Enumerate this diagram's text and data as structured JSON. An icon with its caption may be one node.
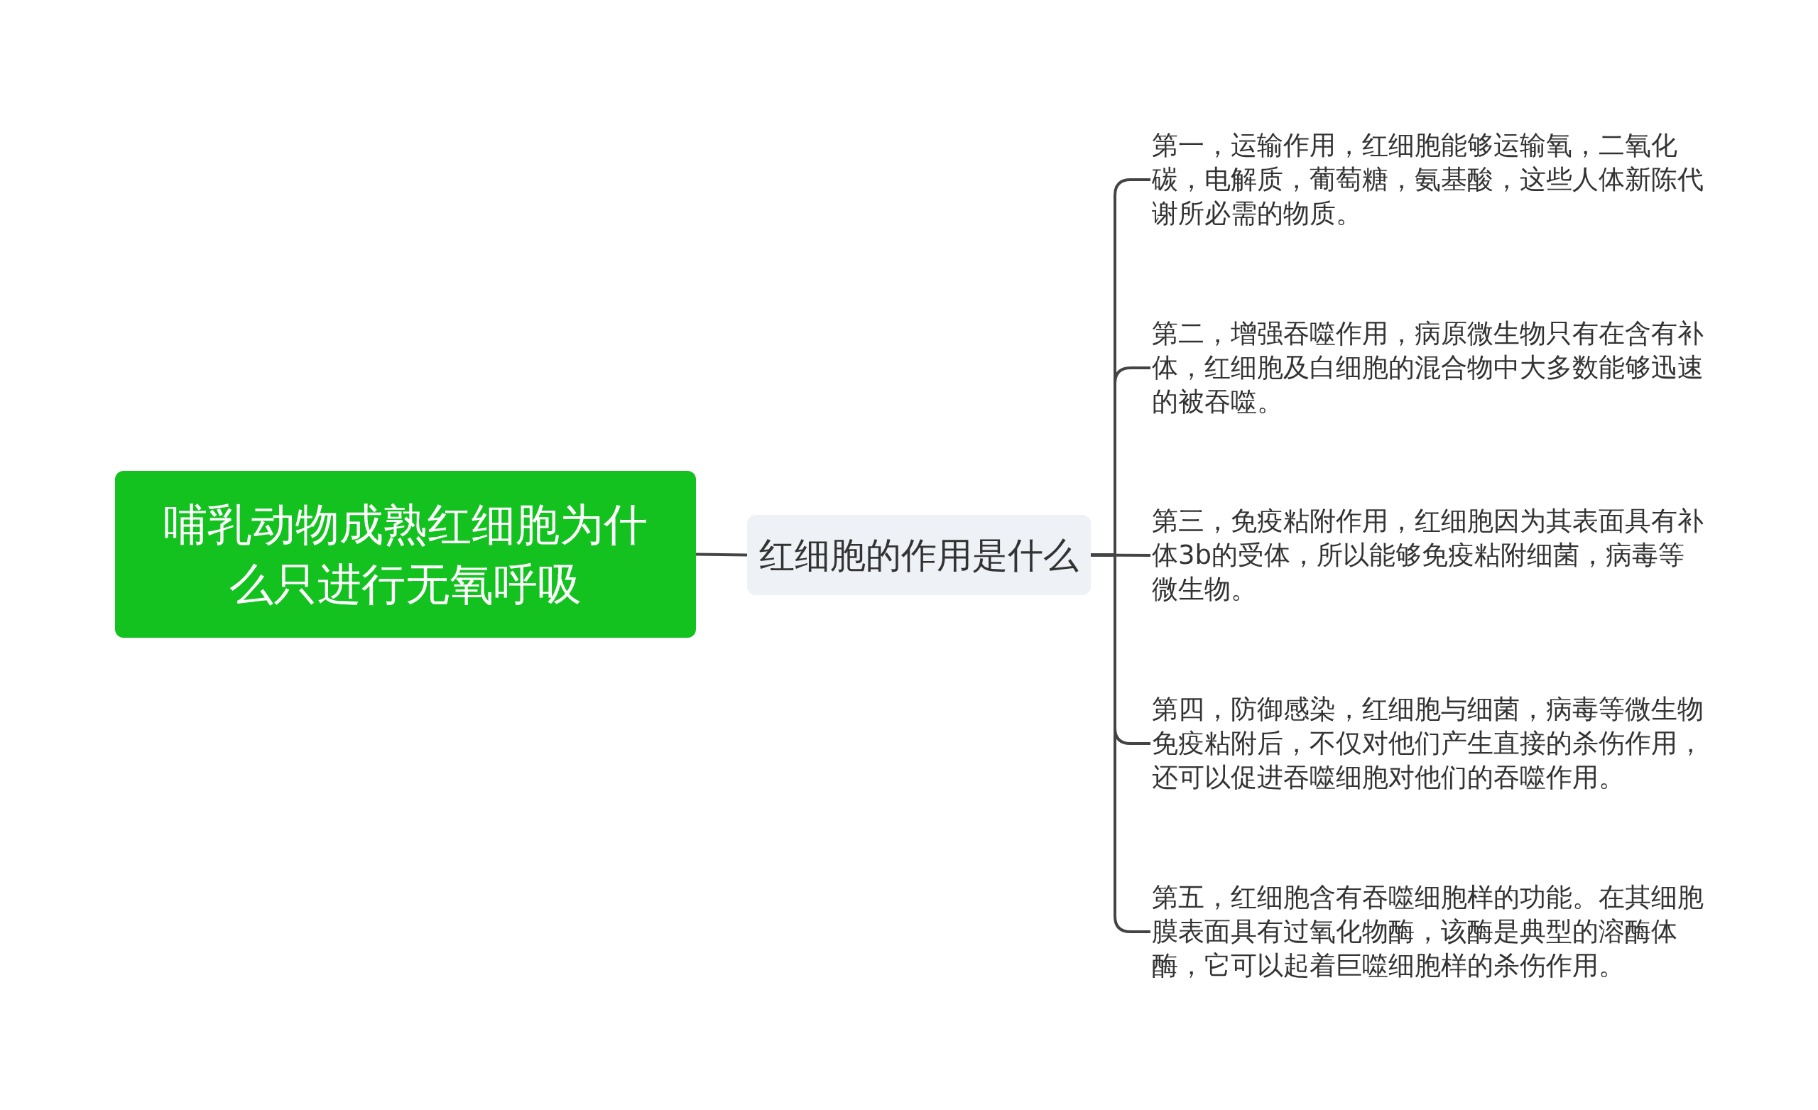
{
  "diagram": {
    "nodes": [
      {
        "text": [
          "哺乳动物成熟红细胞为什么只进行无氧呼吸"
        ]
      },
      {
        "text": [
          "红细胞的作用是什么"
        ]
      },
      {
        "text": [
          "第一，运输作用，红细胞能够运输氧，二氧化碳，电解质，葡萄糖，氨基酸，这些人体新陈代谢所必需的物质。"
        ]
      },
      {
        "text": [
          "第二，增强吞噬作用，病原微生物只有在含有补体，红细胞及白细胞的混合物中大多数能够迅速的被吞噬。"
        ]
      },
      {
        "text": [
          "第三，免疫粘附作用，红细胞因为其表面具有补体3b的受体，所以能够免疫粘附细菌，病毒等微生物。"
        ]
      },
      {
        "text": [
          "第四，防御感染，红细胞与细菌，病毒等微生物免疫粘附后，不仅对他们产生直接的杀伤作用，还可以促进吞噬细胞对他们的吞噬作用。"
        ]
      },
      {
        "text": [
          "第五，红细胞含有吞噬细胞样的功能。在其细胞膜表面具有过氧化物酶，该酶是典型的溶酶体酶，它可以起着巨噬细胞样的杀伤作用。"
        ]
      }
    ],
    "edges": [
      {
        "from": 0,
        "to": 1,
        "arrow": "none"
      },
      {
        "from": 1,
        "to": 2,
        "arrow": "none"
      },
      {
        "from": 1,
        "to": 3,
        "arrow": "none"
      },
      {
        "from": 1,
        "to": 4,
        "arrow": "none"
      },
      {
        "from": 1,
        "to": 5,
        "arrow": "none"
      },
      {
        "from": 1,
        "to": 6,
        "arrow": "none"
      }
    ]
  }
}
